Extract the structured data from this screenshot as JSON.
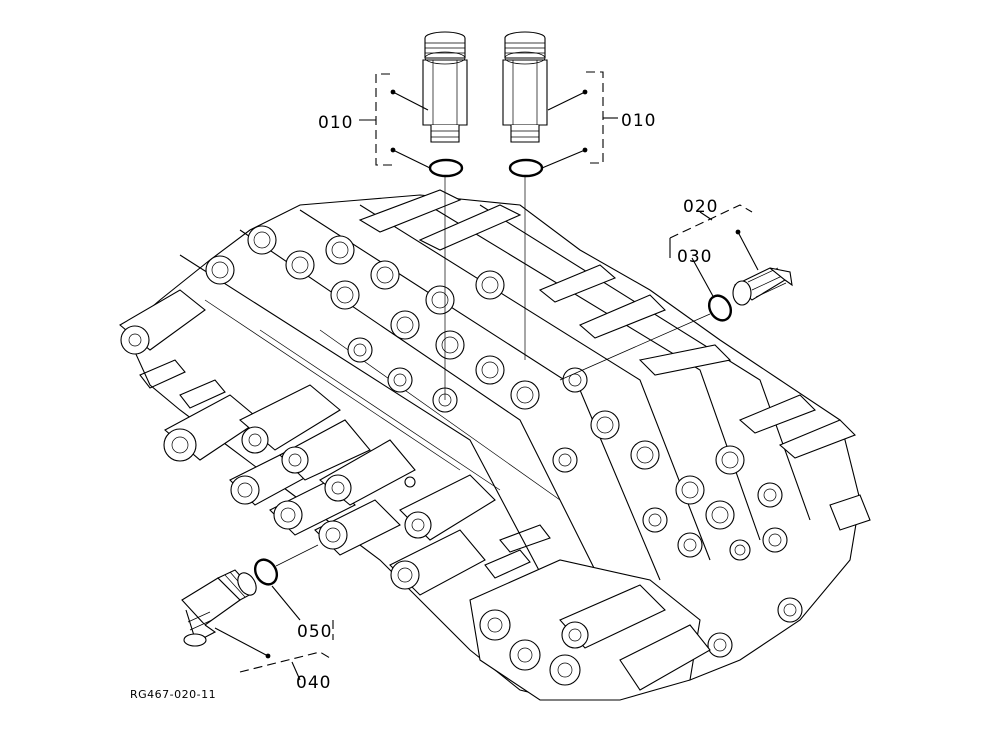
{
  "callouts": {
    "c010_left": "010",
    "c010_right": "010",
    "c020": "020",
    "c030": "030",
    "c040": "040",
    "c050": "050"
  },
  "drawing_code": "RG467-020-11"
}
